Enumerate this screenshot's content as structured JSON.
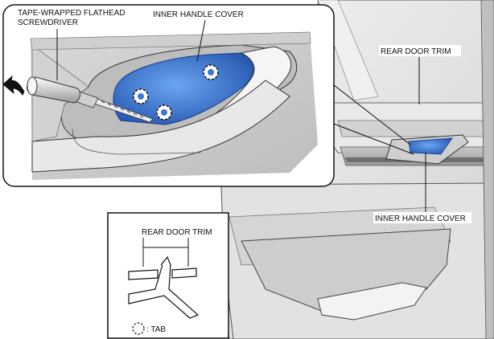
{
  "labels": {
    "screwdriver_line1": "TAPE-WRAPPED FLATHEAD",
    "screwdriver_line2": "SCREWDRIVER",
    "inner_cover_top": "INNER HANDLE COVER",
    "rear_trim_right": "REAR DOOR TRIM",
    "inner_cover_right": "INNER HANDLE COVER",
    "rear_trim_inset": "REAR DOOR TRIM",
    "tab_legend": ": TAB"
  },
  "colors": {
    "cover_blue": "#2f6fd0",
    "panel_gray": "#d6d6d6",
    "outline": "#222222"
  },
  "icons": {
    "pry_direction": "curved-arrow-icon",
    "tab_marker": "dashed-circle-icon"
  }
}
